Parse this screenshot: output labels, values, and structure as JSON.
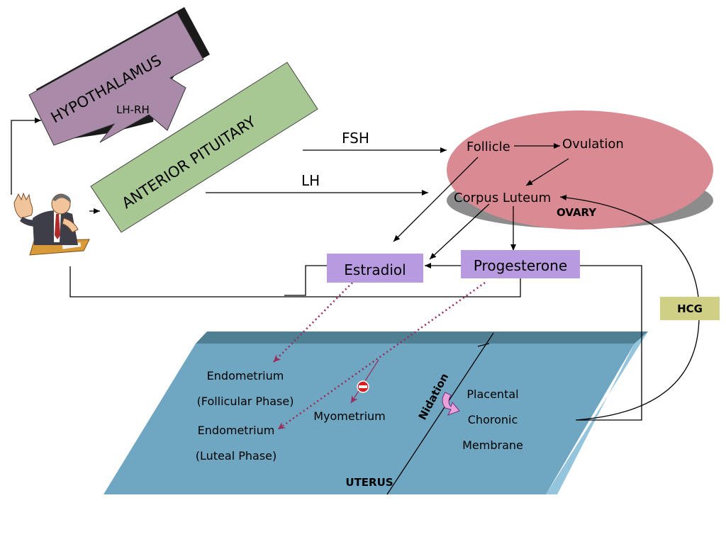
{
  "labels": {
    "hypothalamus": "HYPOTHALAMUS",
    "lh_rh": "LH-RH",
    "anterior_pituitary": "ANTERIOR PITUITARY",
    "fsh": "FSH",
    "lh": "LH",
    "follicle": "Follicle",
    "ovulation": "Ovulation",
    "corpus_luteum": "Corpus Luteum",
    "ovary": "OVARY",
    "estradiol": "Estradiol",
    "progesterone": "Progesterone",
    "hcg": "HCG",
    "endometrium_follicular": "Endometrium",
    "follicular_phase": "(Follicular Phase)",
    "endometrium_luteal": "Endometrium",
    "luteal_phase": "(Luteal Phase)",
    "myometrium": "Myometrium",
    "nidation": "Nidation",
    "placental": "Placental",
    "choronic": "Choronic",
    "membrane": "Membrane",
    "uterus": "UTERUS"
  },
  "colors": {
    "hypothalamus_fill": "#a98aa8",
    "pituitary_fill": "#a8c893",
    "ovary_fill": "#d98a93",
    "ovary_shadow": "#8c8c8c",
    "hormone_box_fill": "#b89ae0",
    "hcg_fill": "#cfcf86",
    "uterus_fill": "#6fa7c2",
    "uterus_top": "#4f7f92",
    "uterus_side": "#95c4dd",
    "dotted_arrow": "#9a2b5e"
  }
}
